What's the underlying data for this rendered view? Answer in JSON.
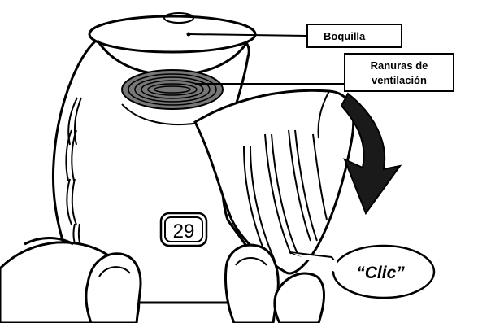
{
  "labels": {
    "mouthpiece": "Boquilla",
    "vents_line1": "Ranuras de",
    "vents_line2": "ventilación",
    "click": "“Clic”"
  },
  "counter": {
    "value": "29"
  },
  "colors": {
    "ink": "#000000",
    "paper": "#ffffff",
    "shade": "#555555"
  }
}
